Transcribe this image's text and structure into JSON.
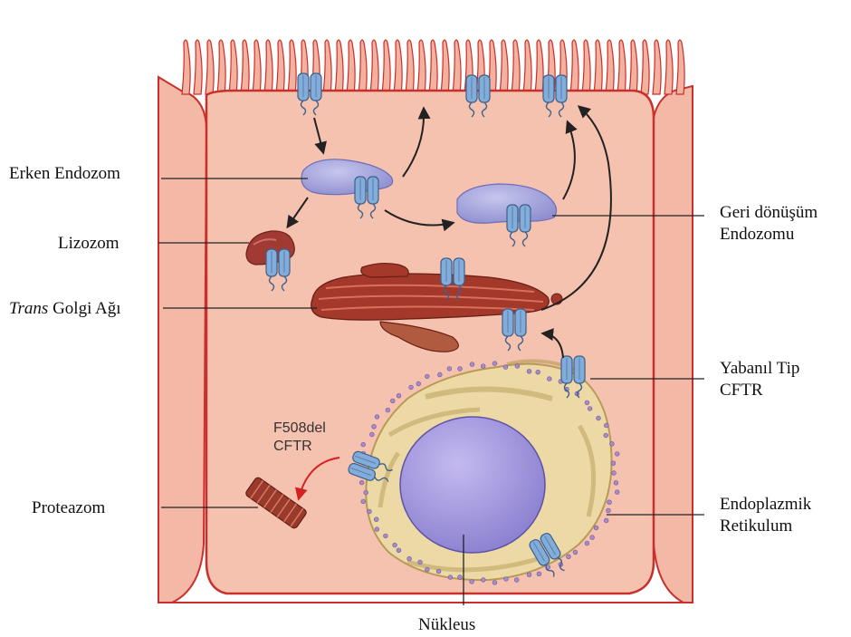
{
  "labels": {
    "early_endosome": "Erken Endozom",
    "lysosome": "Lizozom",
    "trans_golgi_italic": "Trans",
    "trans_golgi_rest": " Golgi Ağı",
    "recycling_endosome_1": "Geri dönüşüm",
    "recycling_endosome_2": "Endozomu",
    "wild_type_1": "Yabanıl Tip",
    "wild_type_2": "CFTR",
    "f508del_1": "F508del",
    "f508del_2": "CFTR",
    "proteasome": "Proteazom",
    "er_1": "Endoplazmik",
    "er_2": "Retikulum",
    "nucleus": "Nükleus"
  },
  "colors": {
    "cytoplasm": "#f6c2b0",
    "membrane": "#c9302c",
    "microvilli_fill": "#f3b19f",
    "endosome": "#a9a9dd",
    "lysosome": "#a13a33",
    "golgi": "#a4382b",
    "er": "#e9d49b",
    "er_edge": "#b69b55",
    "nucleus": "#a69ae0",
    "cftr": "#7aa6d6",
    "proteasome": "#9a3a2a",
    "degradation_arrow": "#d32020"
  }
}
